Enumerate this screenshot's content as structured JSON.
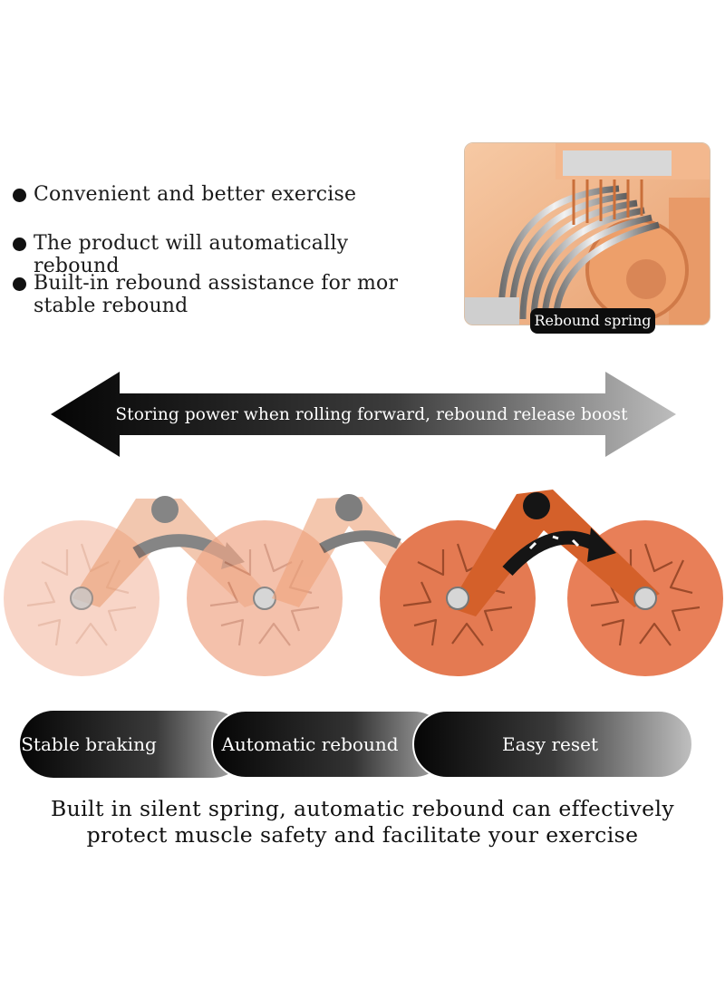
{
  "bullets": [
    {
      "text": "Convenient and better exercise"
    },
    {
      "text": "The product will automatically rebound"
    },
    {
      "text": "Built-in rebound assistance for mor stable rebound"
    }
  ],
  "spring_tag": "Rebound spring",
  "arrow_text": "Storing power when rolling forward, rebound release boost",
  "pills": [
    {
      "label": "Stable braking"
    },
    {
      "label": "Automatic rebound"
    },
    {
      "label": "Easy reset"
    }
  ],
  "footer": {
    "line1": "Built in silent spring, automatic rebound can effectively",
    "line2": "protect muscle safety and facilitate your exercise"
  },
  "colors": {
    "orange": "#e2703a",
    "dark_orange": "#c85a22",
    "pale_orange": "#f2b39a",
    "black": "#0d0d0d"
  }
}
